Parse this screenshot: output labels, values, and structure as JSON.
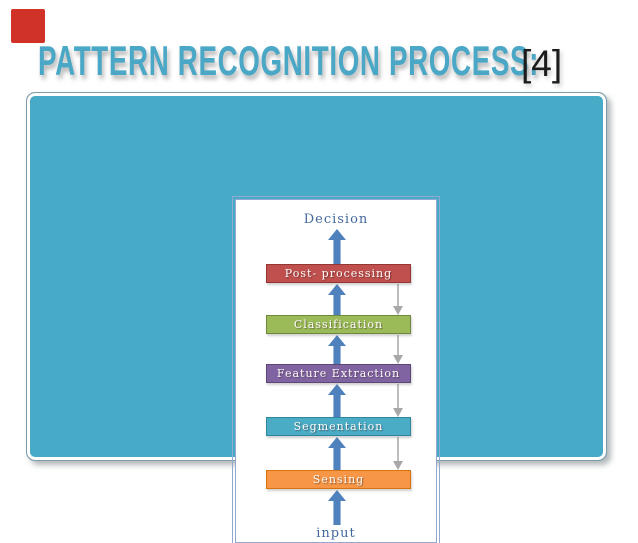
{
  "slide": {
    "marker_color": "#d03227",
    "title": {
      "text": "PATTERN RECOGNITION PROCESS:",
      "suffix": "[4]",
      "color": "#4aa7c6",
      "suffix_color": "#1c1c1c"
    },
    "panel": {
      "teal_fill": "#47aac6",
      "panel_border": "#7f9aa8",
      "canvas_border": "#93a9d0"
    },
    "diagram": {
      "top_label": "Decision",
      "bottom_label": "input",
      "boxes": [
        {
          "label": "Post- processing",
          "fill": "#c0504d",
          "border": "#943634"
        },
        {
          "label": "Classification",
          "fill": "#9bbb59",
          "border": "#71893f"
        },
        {
          "label": "Feature Extraction",
          "fill": "#8064a2",
          "border": "#5c4776"
        },
        {
          "label": "Segmentation",
          "fill": "#4bacc6",
          "border": "#31859c"
        },
        {
          "label": "Sensing",
          "fill": "#f79646",
          "border": "#d9730d"
        }
      ],
      "up_arrow_color": "#4f81bd",
      "feedback_arrow_color": "#a8a8a8"
    }
  }
}
